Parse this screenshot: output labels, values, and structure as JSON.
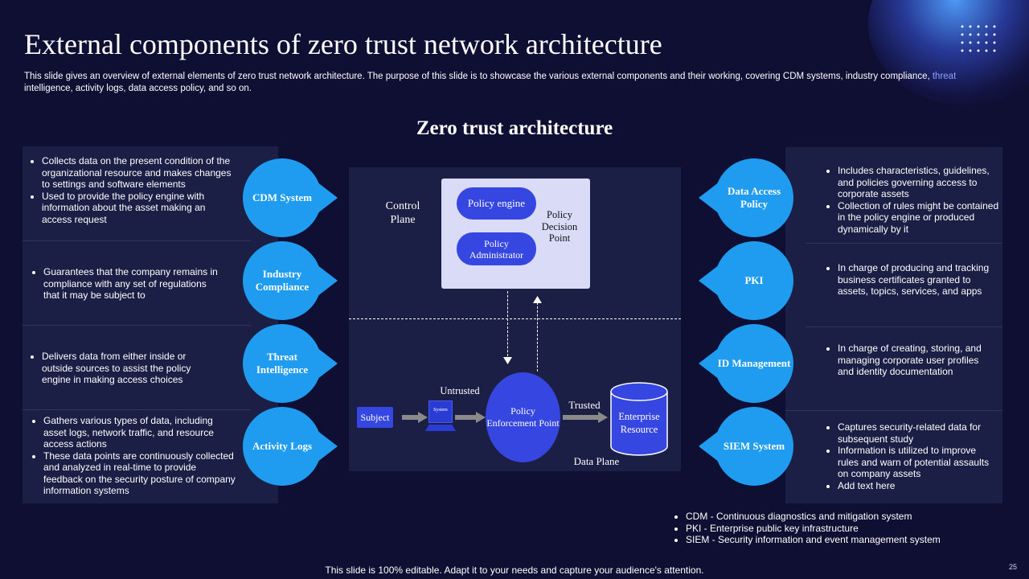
{
  "title": "External components of zero trust network architecture",
  "subtitle_main": "This slide gives an overview of external elements of zero trust network architecture. The purpose of this slide is to showcase the various external components and their working, covering CDM systems, industry compliance, ",
  "subtitle_highlight": "threat",
  "subtitle_end": " intelligence, activity logs, data access policy, and so on.",
  "diagram_title": "Zero trust architecture",
  "left_components": [
    {
      "label": "CDM System",
      "bullets": [
        "Collects data on the present condition of the organizational resource and makes changes to settings and software elements",
        "Used to provide the policy engine with information about the asset making an access request"
      ]
    },
    {
      "label": "Industry Compliance",
      "bullets": [
        "Guarantees that the company remains in compliance with any set of regulations that it may be subject to"
      ]
    },
    {
      "label": "Threat Intelligence",
      "bullets": [
        "Delivers data from either inside or outside sources to assist the policy engine in making access choices"
      ]
    },
    {
      "label": "Activity Logs",
      "bullets": [
        "Gathers various types of data, including asset logs, network traffic, and resource access actions",
        "These data points are continuously collected and analyzed in real-time to provide feedback on the security posture of company information systems"
      ]
    }
  ],
  "right_components": [
    {
      "label": "Data Access Policy",
      "bullets": [
        "Includes characteristics, guidelines, and policies governing access to corporate assets",
        "Collection of rules might be contained in the policy engine or produced dynamically by it"
      ]
    },
    {
      "label": "PKI",
      "bullets": [
        "In charge of producing and tracking business certificates granted to assets, topics, services, and apps"
      ]
    },
    {
      "label": "ID Management",
      "bullets": [
        "In charge of creating, storing, and managing corporate user profiles and identity documentation"
      ]
    },
    {
      "label": "SIEM System",
      "bullets": [
        "Captures security-related data for subsequent study",
        "Information is utilized to improve rules and warn of potential assaults on company assets",
        "Add text here"
      ]
    }
  ],
  "core": {
    "control_plane": "Control Plane",
    "policy_engine": "Policy engine",
    "policy_administrator": "Policy Administrator",
    "policy_decision_point": "Policy Decision Point",
    "untrusted": "Untrusted",
    "trusted": "Trusted",
    "subject": "Subject",
    "system": "System",
    "pep": "Policy Enforcement Point",
    "enterprise_resource": "Enterprise Resource",
    "data_plane": "Data Plane"
  },
  "abbreviations": [
    "CDM - Continuous diagnostics and mitigation system",
    "PKI - Enterprise public key infrastructure",
    "SIEM - Security information and event management system"
  ],
  "footer": "This slide is 100% editable. Adapt it to your needs and capture your audience's attention.",
  "page_number": "25",
  "colors": {
    "background": "#0e0f33",
    "panel": "#1c1f45",
    "circle": "#1f9cf0",
    "accent": "#3547e0",
    "decision_box": "#d9dbf7"
  }
}
